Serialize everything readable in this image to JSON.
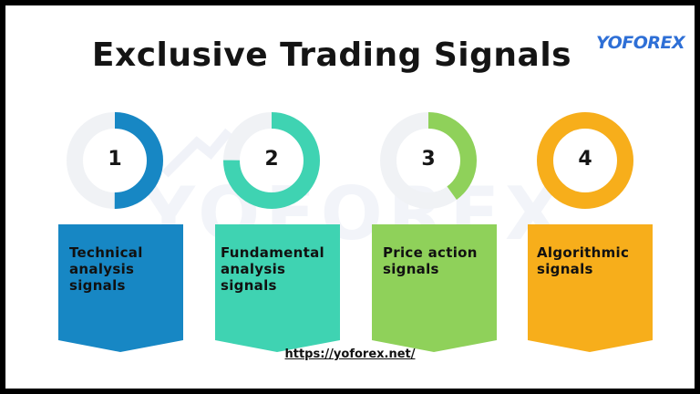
{
  "title": "Exclusive Trading Signals",
  "logo": {
    "text": "YOFOREX",
    "color": "#2e6fd6"
  },
  "watermark": "YOFOREX",
  "url": "https://yoforex.net/",
  "steps": [
    {
      "number": "1",
      "label": "Technical\nanalysis\nsignals",
      "color": "#1787c4",
      "progress": 0.5
    },
    {
      "number": "2",
      "label": "Fundamental\nanalysis\nsignals",
      "color": "#3fd3b2",
      "progress": 0.75
    },
    {
      "number": "3",
      "label": "Price action\nsignals",
      "color": "#8fd15a",
      "progress": 0.4
    },
    {
      "number": "4",
      "label": "Algorithmic\nsignals",
      "color": "#f7ae1b",
      "progress": 1.0
    }
  ]
}
